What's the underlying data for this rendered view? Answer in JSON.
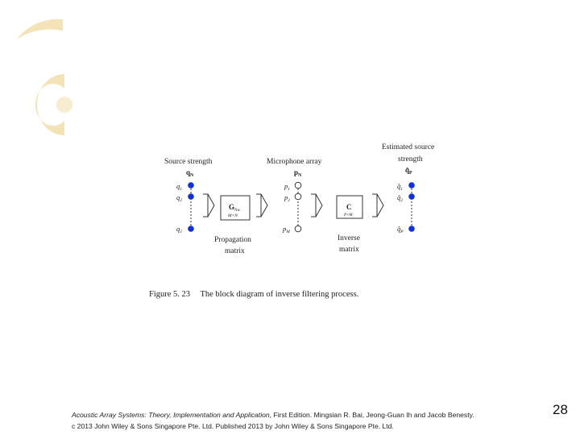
{
  "diagram": {
    "source": {
      "title": "Source strength",
      "vector": "q",
      "vector_sub": "N",
      "items": [
        {
          "sym": "q",
          "sub": "1"
        },
        {
          "sym": "q",
          "sub": "2"
        },
        {
          "sym": "q",
          "sub": "J"
        }
      ]
    },
    "propagation": {
      "matrix_sym": "G",
      "matrix_sub": "Nw",
      "matrix_dim": "M×N",
      "label_line1": "Propagation",
      "label_line2": "matrix"
    },
    "microphones": {
      "title": "Microphone array",
      "vector": "p",
      "vector_sub": "N",
      "items": [
        {
          "sym": "p",
          "sub": "1"
        },
        {
          "sym": "p",
          "sub": "2"
        },
        {
          "sym": "p",
          "sub": "M"
        }
      ]
    },
    "inverse": {
      "matrix_sym": "C",
      "matrix_dim": "P×M",
      "label_line1": "Inverse",
      "label_line2": "matrix"
    },
    "estimated": {
      "title_line1": "Estimated source",
      "title_line2": "strength",
      "vector": "q̂",
      "vector_sub": "P",
      "items": [
        {
          "sym": "q̂",
          "sub": "1"
        },
        {
          "sym": "q̂",
          "sub": "2"
        },
        {
          "sym": "q̂",
          "sub": "P"
        }
      ]
    },
    "colors": {
      "source_dot": "#1230d8",
      "mic_dot": "#ffffff",
      "line": "#333333",
      "decor_ring": "#f3e3b6"
    }
  },
  "caption": {
    "figure_number": "Figure 5. 23",
    "text": "The block diagram of inverse filtering process."
  },
  "footer": {
    "book_title": "Acoustic Array Systems: Theory, Implementation and Application",
    "line1_rest": ", First Edition. Mingsian R. Bai, Jeong-Guan Ih and Jacob Benesty.",
    "line2": "c 2013 John Wiley & Sons Singapore Pte. Ltd. Published 2013 by John Wiley & Sons Singapore Pte. Ltd."
  },
  "page_number": "28"
}
